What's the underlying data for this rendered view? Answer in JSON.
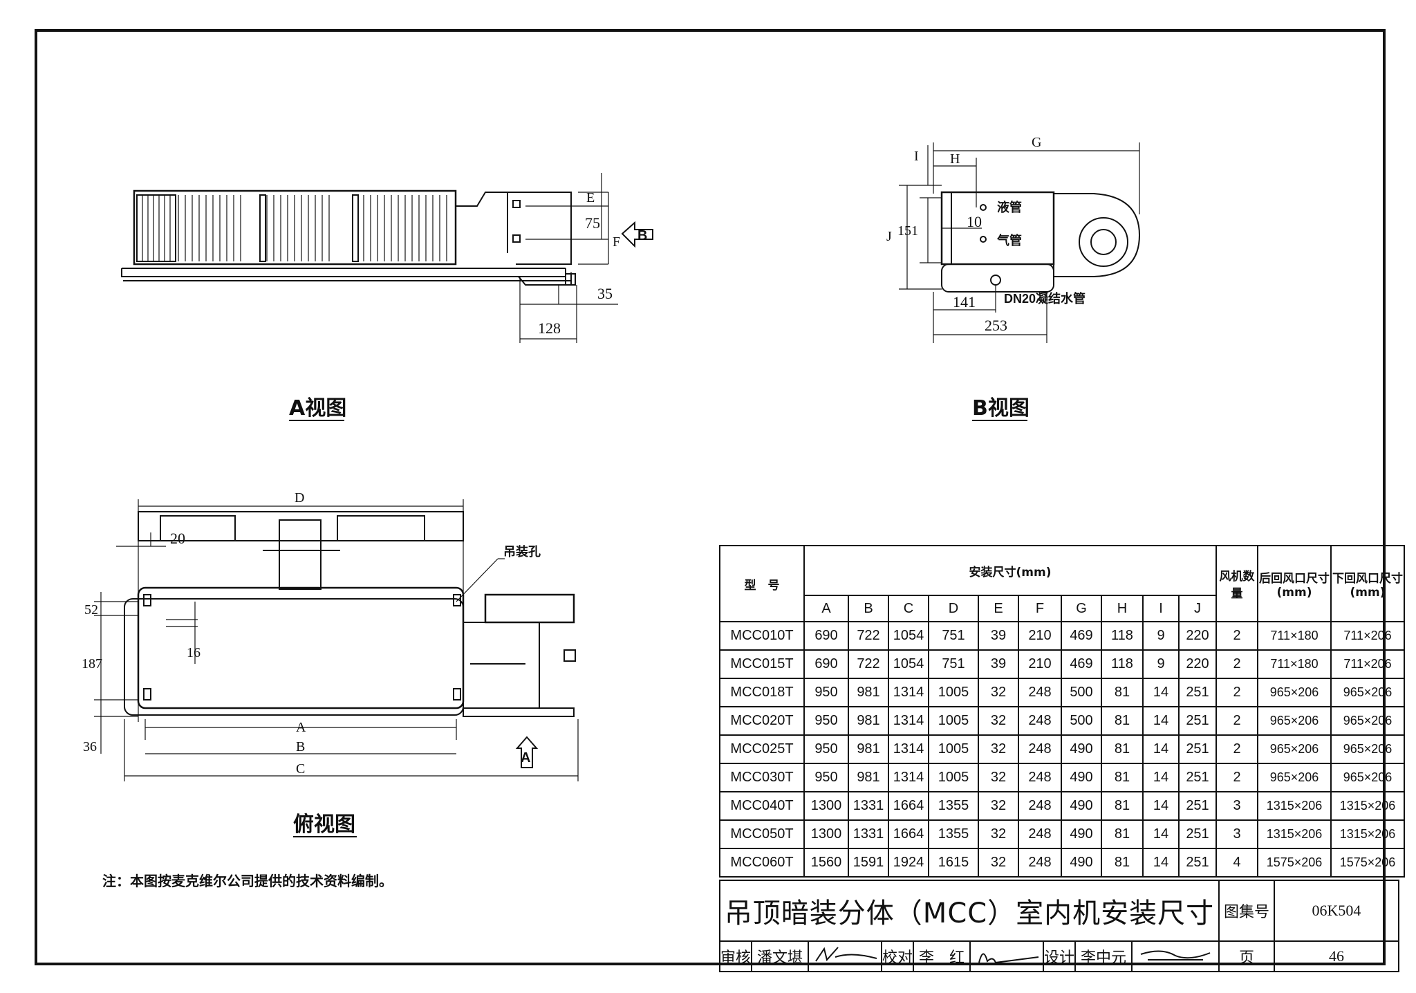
{
  "views": {
    "a_view": {
      "title": "A视图",
      "dims": {
        "E": "E",
        "F": "F",
        "d75": "75",
        "d35": "35",
        "d128": "128"
      },
      "arrow_label": "B"
    },
    "b_view": {
      "title": "B视图",
      "dims": {
        "G": "G",
        "H": "H",
        "I": "I",
        "J": "J",
        "d151": "151",
        "d10": "10",
        "d141": "141",
        "d253": "253"
      },
      "liquid_pipe": "液管",
      "gas_pipe": "气管",
      "drain_pipe": "DN20凝结水管"
    },
    "top_view": {
      "title": "俯视图",
      "dims": {
        "D": "D",
        "A": "A",
        "B": "B",
        "C": "C",
        "d20": "20",
        "d52": "52",
        "d187": "187",
        "d16": "16",
        "d36": "36"
      },
      "hanger_hole": "吊装孔",
      "arrow_label": "A"
    }
  },
  "note": "注：本图按麦克维尔公司提供的技术资料编制。",
  "table": {
    "model_header": "型　号",
    "install_header": "安装尺寸(mm)",
    "fan_header": "风机数量",
    "rear_header": "后回风口尺寸(mm)",
    "bottom_header": "下回风口尺寸(mm)",
    "columns": [
      "A",
      "B",
      "C",
      "D",
      "E",
      "F",
      "G",
      "H",
      "I",
      "J"
    ],
    "rows": [
      [
        "MCC010T",
        "690",
        "722",
        "1054",
        "751",
        "39",
        "210",
        "469",
        "118",
        "9",
        "220",
        "2",
        "711×180",
        "711×206"
      ],
      [
        "MCC015T",
        "690",
        "722",
        "1054",
        "751",
        "39",
        "210",
        "469",
        "118",
        "9",
        "220",
        "2",
        "711×180",
        "711×206"
      ],
      [
        "MCC018T",
        "950",
        "981",
        "1314",
        "1005",
        "32",
        "248",
        "500",
        "81",
        "14",
        "251",
        "2",
        "965×206",
        "965×206"
      ],
      [
        "MCC020T",
        "950",
        "981",
        "1314",
        "1005",
        "32",
        "248",
        "500",
        "81",
        "14",
        "251",
        "2",
        "965×206",
        "965×206"
      ],
      [
        "MCC025T",
        "950",
        "981",
        "1314",
        "1005",
        "32",
        "248",
        "490",
        "81",
        "14",
        "251",
        "2",
        "965×206",
        "965×206"
      ],
      [
        "MCC030T",
        "950",
        "981",
        "1314",
        "1005",
        "32",
        "248",
        "490",
        "81",
        "14",
        "251",
        "2",
        "965×206",
        "965×206"
      ],
      [
        "MCC040T",
        "1300",
        "1331",
        "1664",
        "1355",
        "32",
        "248",
        "490",
        "81",
        "14",
        "251",
        "3",
        "1315×206",
        "1315×206"
      ],
      [
        "MCC050T",
        "1300",
        "1331",
        "1664",
        "1355",
        "32",
        "248",
        "490",
        "81",
        "14",
        "251",
        "3",
        "1315×206",
        "1315×206"
      ],
      [
        "MCC060T",
        "1560",
        "1591",
        "1924",
        "1615",
        "32",
        "248",
        "490",
        "81",
        "14",
        "251",
        "4",
        "1575×206",
        "1575×206"
      ]
    ]
  },
  "title_block": {
    "title": "吊顶暗装分体（MCC）室内机安装尺寸",
    "atlas_label": "图集号",
    "atlas_no": "06K504",
    "review_label": "审核",
    "reviewer": "潘文堪",
    "check_label": "校对",
    "checker": "李　红",
    "design_label": "设计",
    "designer": "李中元",
    "page_label": "页",
    "page_no": "46"
  }
}
